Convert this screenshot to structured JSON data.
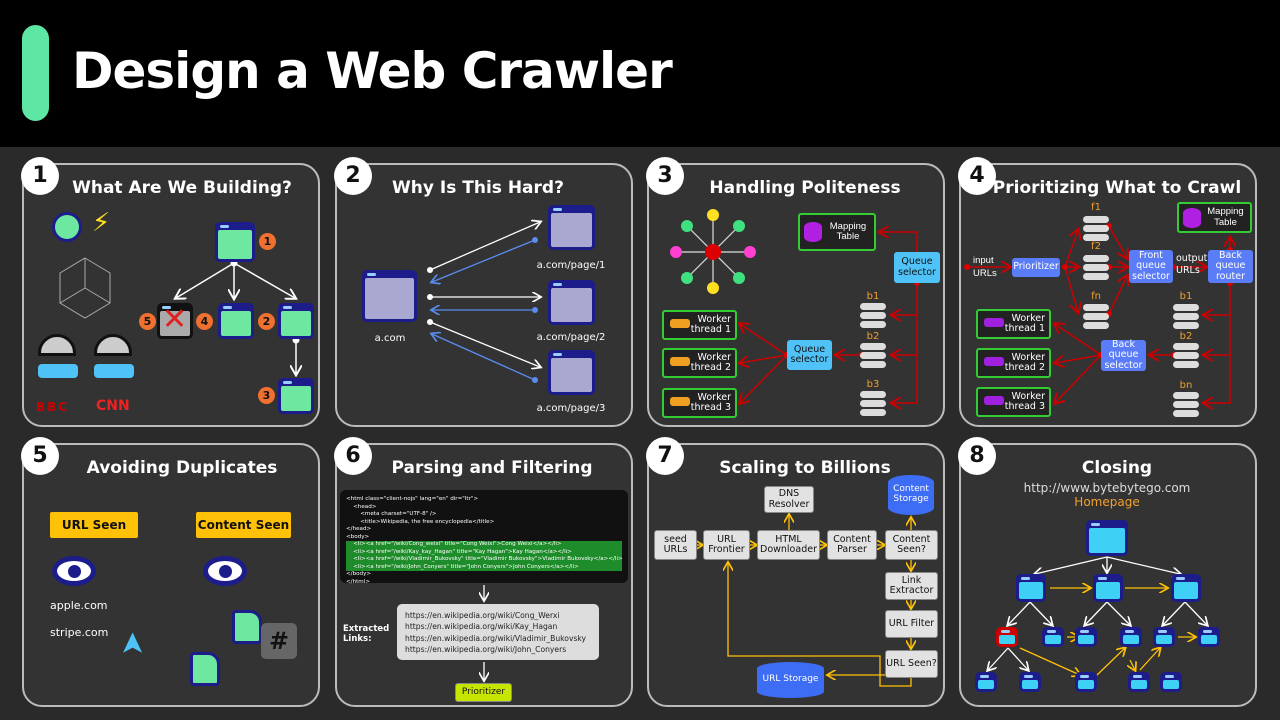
{
  "header": {
    "title": "Design a Web Crawler",
    "accent_color": "#5ee6a4"
  },
  "panels": [
    {
      "num": "1",
      "title": "What Are We Building?",
      "badges": [
        "1",
        "2",
        "3",
        "4",
        "5"
      ],
      "logos": [
        "BBC",
        "CNN"
      ]
    },
    {
      "num": "2",
      "title": "Why Is This Hard?",
      "source": "a.com",
      "pages": [
        "a.com/page/1",
        "a.com/page/2",
        "a.com/page/3"
      ]
    },
    {
      "num": "3",
      "title": "Handling Politeness",
      "mapping_table": "Mapping Table",
      "queue_selector": "Queue selector",
      "queue_selector_2": "Queue selector",
      "queues": [
        "b1",
        "b2",
        "b3"
      ],
      "workers": [
        "Worker thread 1",
        "Worker thread 2",
        "Worker thread 3"
      ]
    },
    {
      "num": "4",
      "title": "Prioritizing What to Crawl",
      "input": "input URLs",
      "prioritizer": "Prioritizer",
      "front_queues": [
        "f1",
        "f2",
        "fn"
      ],
      "front_selector": "Front queue selector",
      "output": "output URLs",
      "back_router": "Back queue router",
      "mapping_table": "Mapping Table",
      "back_queues": [
        "b1",
        "b2",
        "bn"
      ],
      "back_selector": "Back queue selector",
      "workers": [
        "Worker thread 1",
        "Worker thread 2",
        "Worker thread 3"
      ]
    },
    {
      "num": "5",
      "title": "Avoiding Duplicates",
      "url_seen": "URL Seen",
      "content_seen": "Content Seen",
      "sites": [
        "apple.com",
        "stripe.com"
      ],
      "hash": "#"
    },
    {
      "num": "6",
      "title": "Parsing and Filtering",
      "code": [
        "<html class=\"client-nojs\" lang=\"en\" dir=\"ltr\">",
        "    <head>",
        "        <meta charset=\"UTF-8\" />",
        "        <title>Wikipedia, the free encyclopedia</title>",
        "</head>",
        "<body>",
        "    <li><a href=\"/wiki/Cong_weixi\" title=\"Cong Weixi\">Cong Weixi</a></li>",
        "    <li><a href=\"/wiki/Kay_kay_Hagan\" title=\"Kay Hagan\">Kay Hagan</a></li>",
        "    <li><a href=\"/wiki/Vladimir_Bukovsky\" title=\"Vladimir Bukovsky\">Vladimir Bukovsky</a></li>",
        "    <li><a href=\"/wiki/John_Conyers\" title=\"John Conyers\">John Conyers</a></li>",
        "</body>",
        "</html>"
      ],
      "extracted_label": "Extracted Links:",
      "links": [
        "https://en.wikipedia.org/wiki/Cong_Werxi",
        "https://en.wikipedia.org/wiki/Kay_Hagan",
        "https://en.wikipedia.org/wiki/Vladimir_Bukovsky",
        "https://en.wikipedia.org/wiki/John_Conyers"
      ],
      "prioritizer": "Prioritizer"
    },
    {
      "num": "7",
      "title": "Scaling to Billions",
      "nodes": {
        "seed": "seed URLs",
        "frontier": "URL Frontier",
        "downloader": "HTML Downloader",
        "parser": "Content Parser",
        "content_seen": "Content Seen?",
        "dns": "DNS Resolver",
        "content_storage": "Content Storage",
        "link_extractor": "Link Extractor",
        "url_filter": "URL Filter",
        "url_seen": "URL Seen?",
        "url_storage": "URL Storage"
      }
    },
    {
      "num": "8",
      "title": "Closing",
      "url": "http://www.bytebytego.com",
      "homepage": "Homepage"
    }
  ]
}
